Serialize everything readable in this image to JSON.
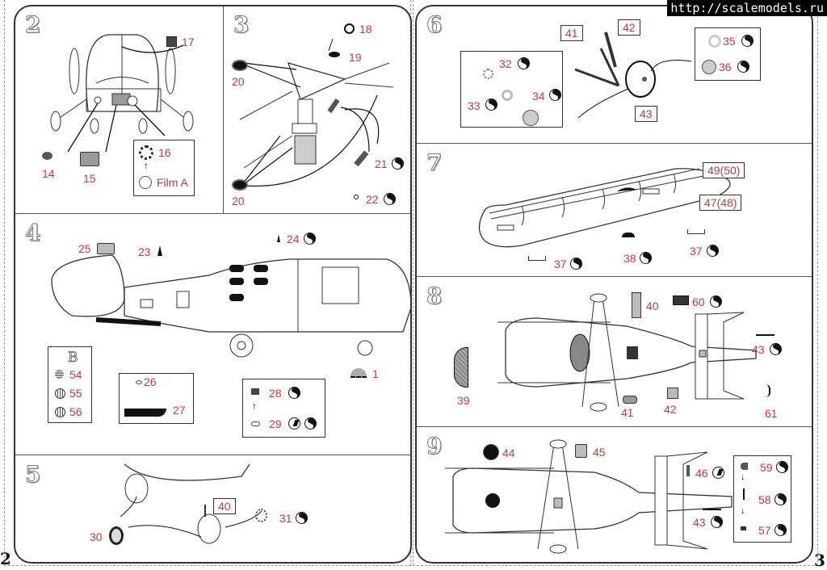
{
  "watermark": "http://scalemodels.ru",
  "pages": {
    "left": {
      "number": "2"
    },
    "right": {
      "number": "3"
    }
  },
  "colors": {
    "label": "#c8383a",
    "outline": "#333333",
    "watermark_bg": "#000000"
  },
  "steps": {
    "s2": {
      "number": "2",
      "labels": {
        "p14": "14",
        "p15": "15",
        "p16": "16",
        "p17": "17",
        "film": "Film A"
      }
    },
    "s3": {
      "number": "3",
      "labels": {
        "p18": "18",
        "p19": "19",
        "p20a": "20",
        "p20b": "20",
        "p21": "21",
        "p22": "22"
      }
    },
    "s4": {
      "number": "4",
      "labels": {
        "p1": "1",
        "p23": "23",
        "p24": "24",
        "p25": "25",
        "p26": "26",
        "p27": "27",
        "p28": "28",
        "p29": "29",
        "p54": "54",
        "p55": "55",
        "p56": "56",
        "letterB": "B"
      }
    },
    "s5": {
      "number": "5",
      "labels": {
        "p30": "30",
        "p31": "31",
        "ref40": "40"
      }
    },
    "s6": {
      "number": "6",
      "labels": {
        "p32": "32",
        "p33": "33",
        "p34": "34",
        "p35": "35",
        "p36": "36",
        "ref41": "41",
        "ref42": "42",
        "ref43": "43"
      }
    },
    "s7": {
      "number": "7",
      "labels": {
        "p37a": "37",
        "p37b": "37",
        "p38": "38",
        "ref4950": "49(50)",
        "ref4748": "47(48)"
      }
    },
    "s8": {
      "number": "8",
      "labels": {
        "p39": "39",
        "p40": "40",
        "p41": "41",
        "p42": "42",
        "p43": "43",
        "p60": "60",
        "p61": "61"
      }
    },
    "s9": {
      "number": "9",
      "labels": {
        "p43": "43",
        "p44": "44",
        "p45": "45",
        "p46": "46",
        "p57": "57",
        "p58": "58",
        "p59": "59"
      }
    }
  }
}
